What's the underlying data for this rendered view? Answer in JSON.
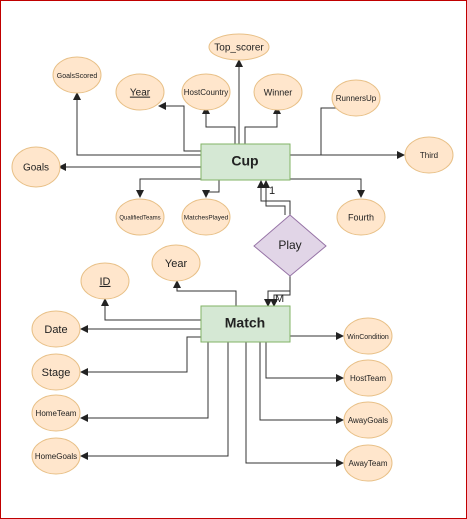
{
  "entities": {
    "cup": "Cup",
    "match": "Match"
  },
  "relationship": {
    "play": "Play",
    "card_cup": "1",
    "card_match": "M"
  },
  "cup_attributes": {
    "top_scorer": "Top_scorer",
    "goals_scored": "GoalsScored",
    "year": "Year",
    "host_country": "HostCountry",
    "winner": "Winner",
    "runners_up": "RunnersUp",
    "goals": "Goals",
    "third": "Third",
    "qualified_teams": "QualifiedTeams",
    "matches_played": "MatchesPlayed",
    "fourth": "Fourth"
  },
  "match_attributes": {
    "year": "Year",
    "id": "ID",
    "date": "Date",
    "stage": "Stage",
    "home_team": "HomeTeam",
    "home_goals": "HomeGoals",
    "win_condition": "WinCondition",
    "host_team": "HostTeam",
    "away_goals": "AwayGoals",
    "away_team": "AwayTeam"
  }
}
